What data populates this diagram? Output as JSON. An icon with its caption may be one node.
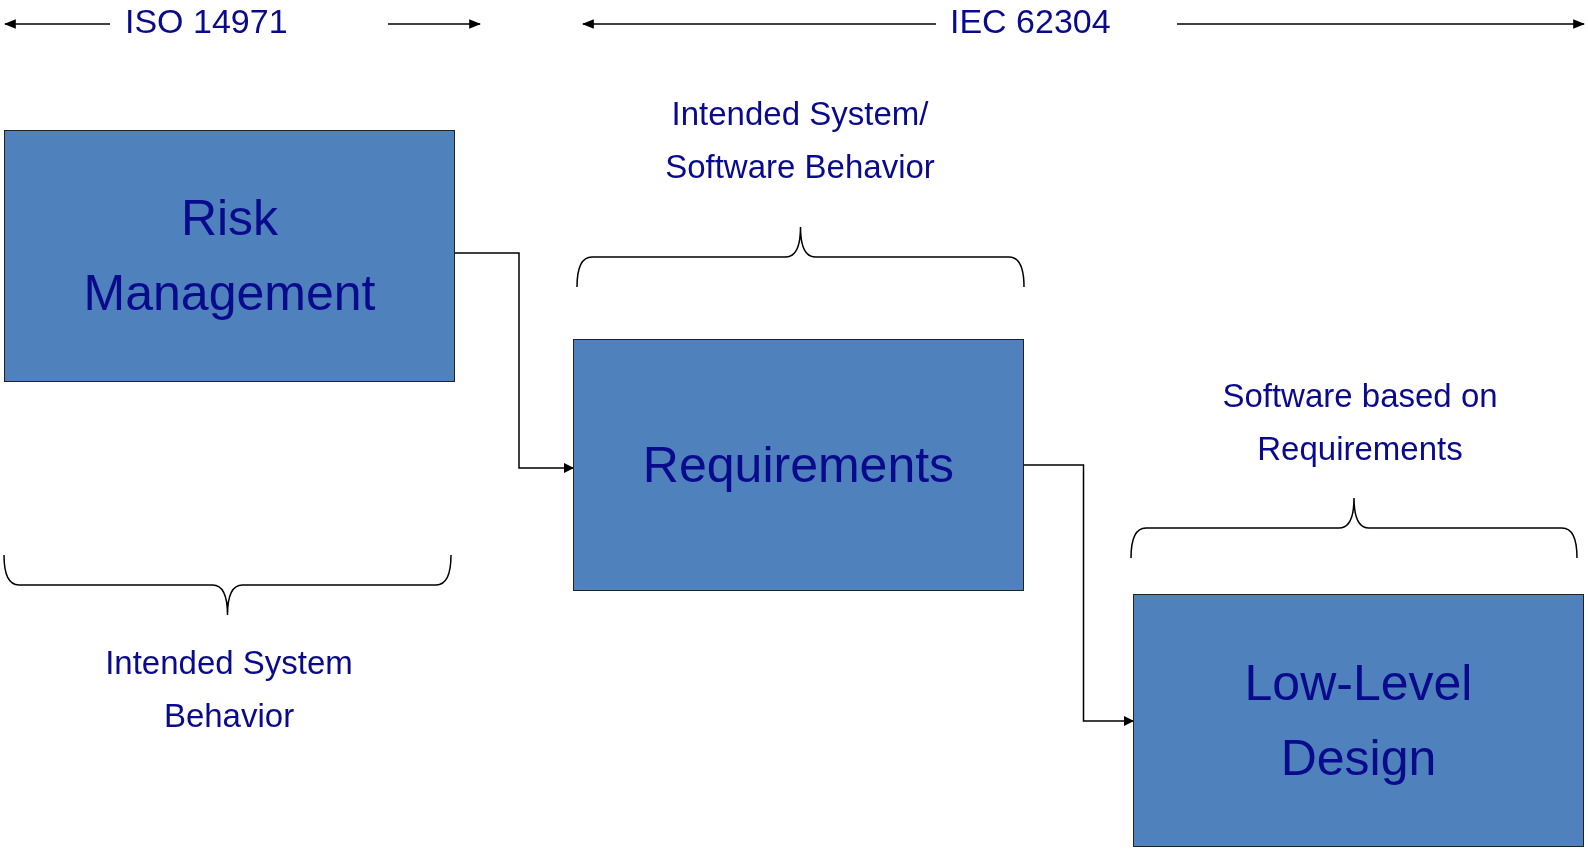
{
  "diagram": {
    "nodes": [
      {
        "text": [
          "Risk Management"
        ]
      },
      {
        "text": [
          "Requirements"
        ]
      },
      {
        "text": [
          "Low-Level Design"
        ]
      }
    ],
    "edges": [
      {
        "from": 0,
        "to": 1,
        "arrow": "to"
      },
      {
        "from": 1,
        "to": 2,
        "arrow": "to"
      }
    ],
    "labels": [
      "ISO 14971",
      "IEC 62304",
      "Intended System/ Software Behavior",
      "Software based on Requirements",
      "Intended System Behavior"
    ]
  }
}
